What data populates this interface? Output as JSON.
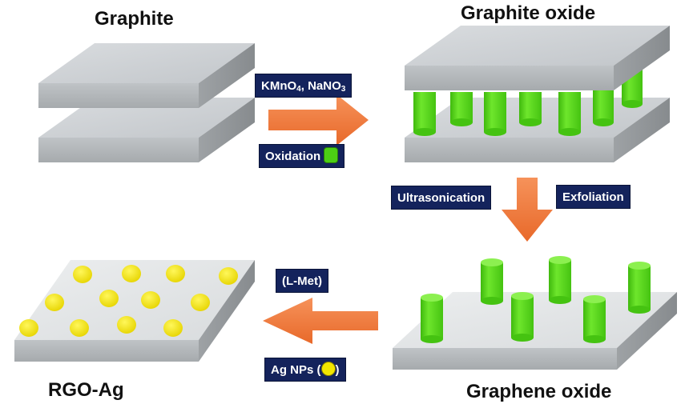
{
  "titles": {
    "graphite": "Graphite",
    "graphite_oxide": "Graphite oxide",
    "graphene_oxide": "Graphene oxide",
    "rgo_ag": "RGO-Ag"
  },
  "tags": {
    "oxidant_kmno4": "KMnO",
    "oxidant_sub4": "4",
    "oxidant_nano3": ", NaNO",
    "oxidant_sub3": "3",
    "oxidation": "Oxidation",
    "ultrasonication": "Ultrasonication",
    "exfoliation": "Exfoliation",
    "lmet": "(L-Met)",
    "agnps_text": "Ag NPs (",
    "agnps_close": ")"
  },
  "icons": {
    "oxidation_legend": "green-cylinder-icon",
    "agnp_legend": "yellow-dot-icon"
  },
  "colors": {
    "slab_top": "#c8ccd0",
    "slab_front": "#b1b5b9",
    "slab_side": "#909497",
    "cylinder": "#53d61a",
    "nanoparticle": "#f2e600",
    "arrow": "#f07b3a",
    "tag_bg": "#14235c"
  }
}
